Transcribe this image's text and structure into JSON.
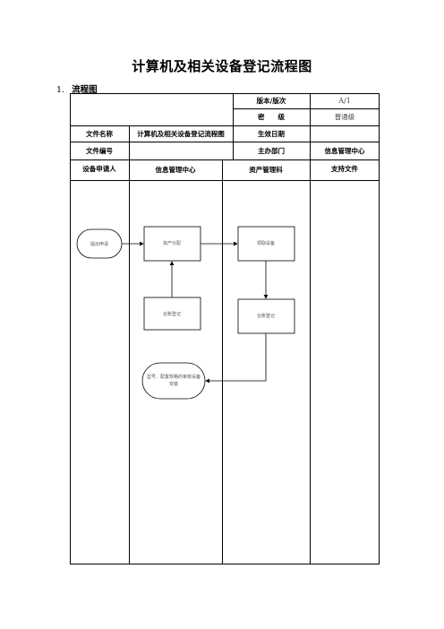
{
  "title": "计算机及相关设备登记流程图",
  "section": {
    "number": "1.",
    "label": "流程图"
  },
  "header": {
    "version_label": "版本/版次",
    "version_value": "A/1",
    "secrecy_label": "密　　级",
    "secrecy_value": "普通级",
    "file_name_label": "文件名称",
    "file_name_value": "计算机及相关设备登记流程图",
    "effective_date_label": "生效日期",
    "effective_date_value": "",
    "file_number_label": "文件编号",
    "file_number_value": "",
    "department_label": "主办部门",
    "department_value": "信息管理中心"
  },
  "lanes": [
    "设备申请人",
    "信息管理中心",
    "资产管理科",
    "支持文件"
  ],
  "nodes": {
    "submit": "提出申请",
    "allocate": "资产分配",
    "receive": "领取设备",
    "ledger_info": "台账登记",
    "ledger_asset": "台账登记",
    "install_line1": "型号、配置规格的审核设备",
    "install_line2": "安装"
  }
}
